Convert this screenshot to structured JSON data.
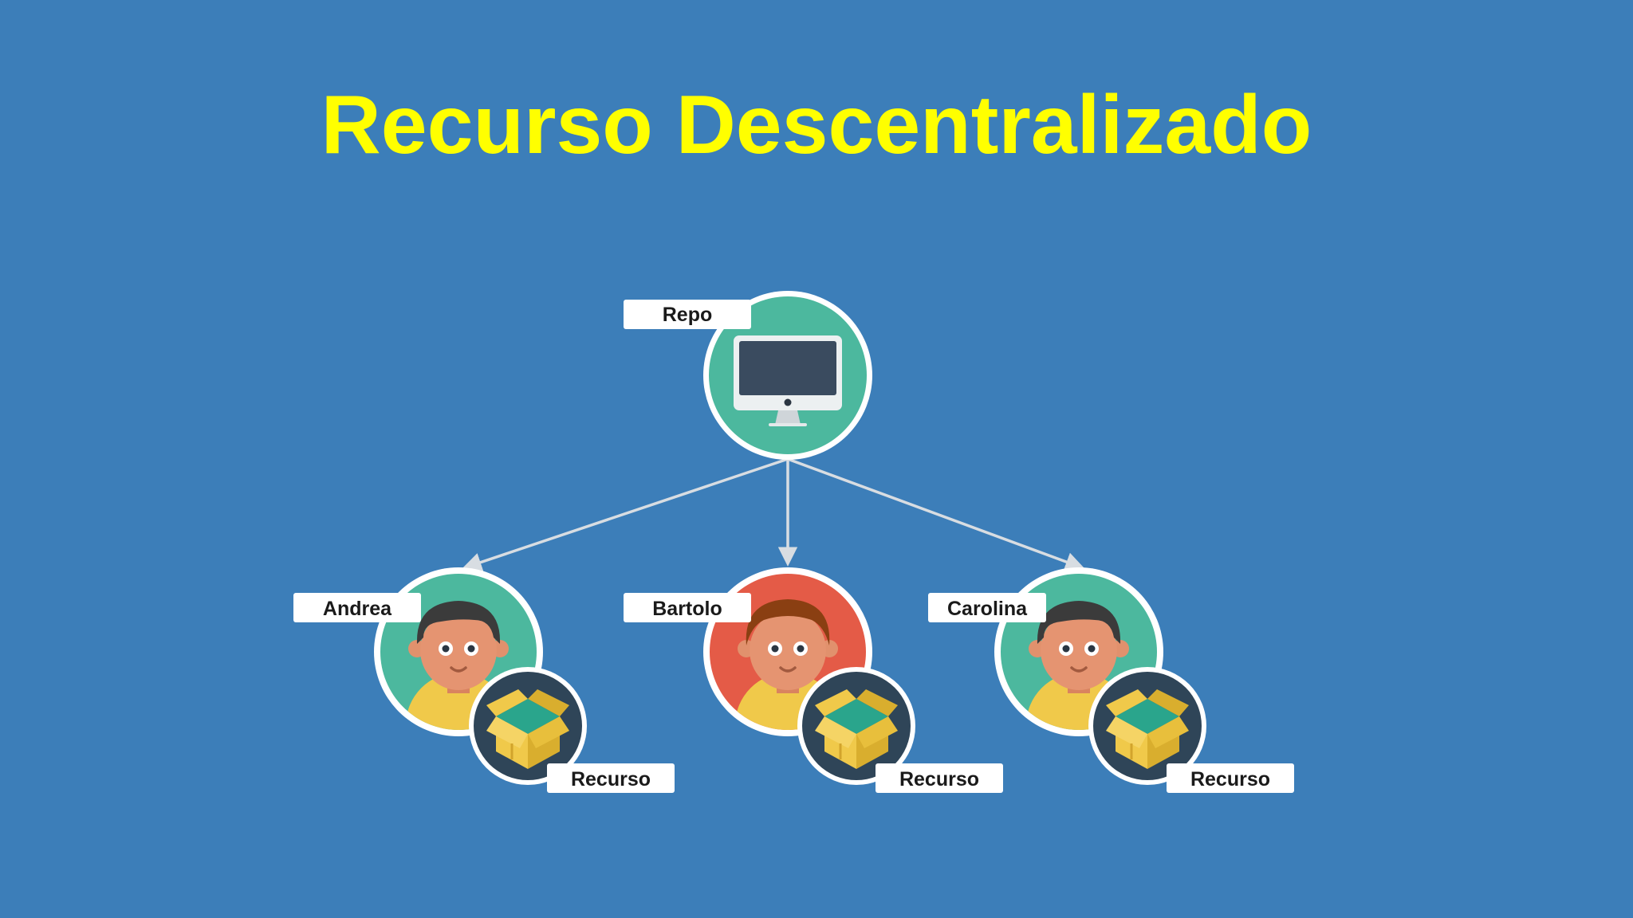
{
  "title": "Recurso Descentralizado",
  "colors": {
    "background": "#3c7eb9",
    "title": "#ffff00",
    "node_teal": "#4cb89e",
    "node_red": "#e45b47",
    "resource_badge": "#2f4558",
    "arrow": "#d8dde2"
  },
  "repo": {
    "label": "Repo",
    "icon": "desktop-computer-icon"
  },
  "users": [
    {
      "name": "Andrea",
      "icon": "person-avatar-icon",
      "color": "#4cb89e",
      "resource_label": "Recurso",
      "resource_icon": "open-box-icon"
    },
    {
      "name": "Bartolo",
      "icon": "person-avatar-icon",
      "color": "#e45b47",
      "resource_label": "Recurso",
      "resource_icon": "open-box-icon"
    },
    {
      "name": "Carolina",
      "icon": "person-avatar-icon",
      "color": "#4cb89e",
      "resource_label": "Recurso",
      "resource_icon": "open-box-icon"
    }
  ]
}
